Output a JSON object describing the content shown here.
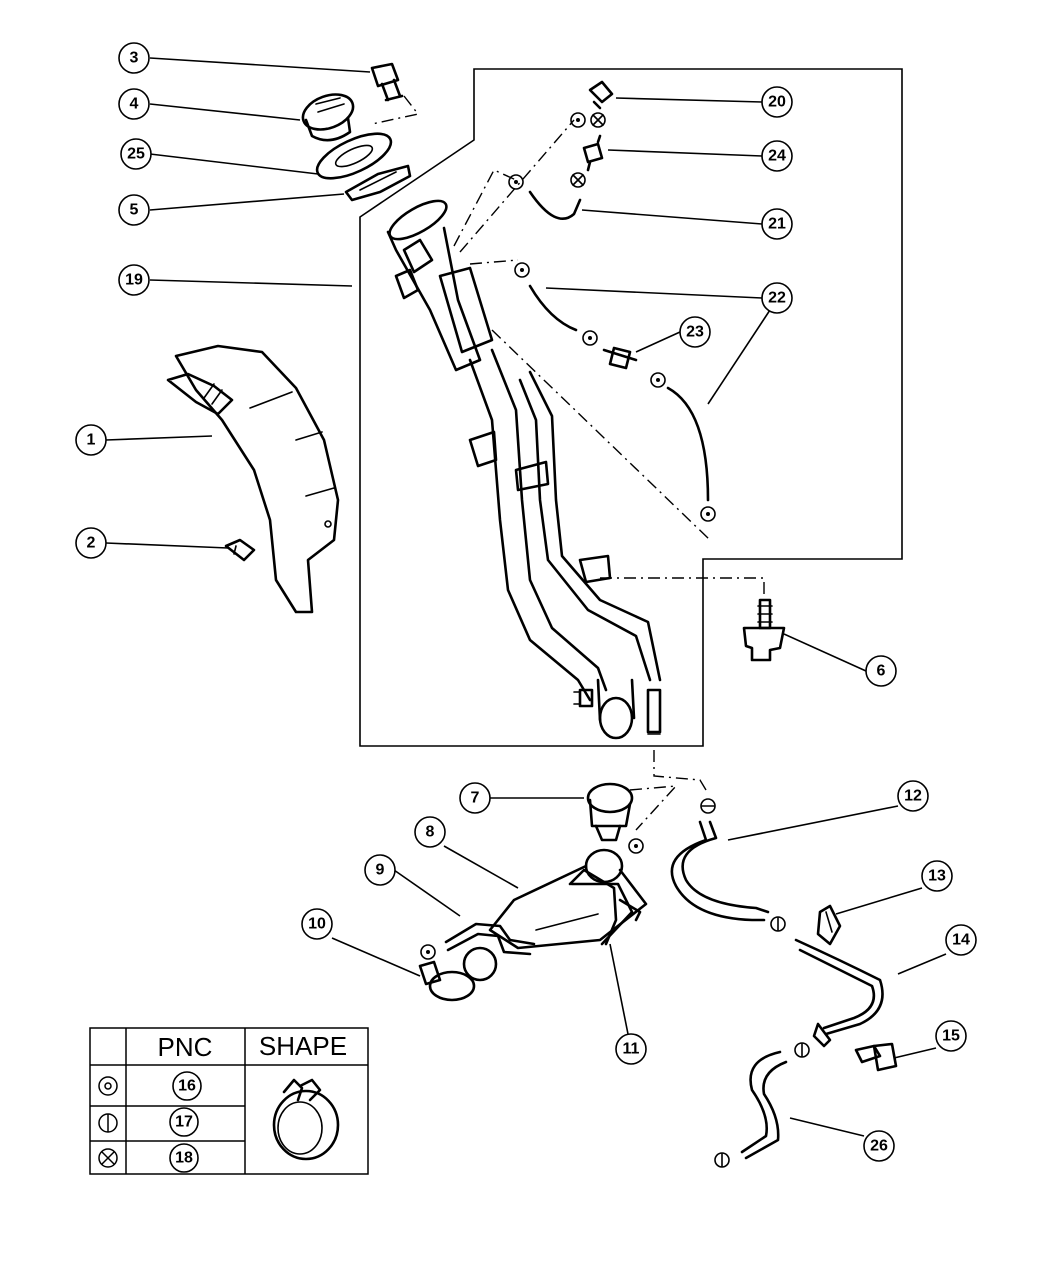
{
  "callouts": [
    "3",
    "4",
    "25",
    "5",
    "19",
    "1",
    "2",
    "20",
    "24",
    "21",
    "22",
    "23",
    "6",
    "7",
    "8",
    "9",
    "10",
    "11",
    "12",
    "13",
    "14",
    "15",
    "26"
  ],
  "legend_table": {
    "headers": {
      "pnc": "PNC",
      "shape": "SHAPE"
    },
    "rows": [
      {
        "symbol": "circle-dot-icon",
        "pnc": "16"
      },
      {
        "symbol": "circle-vertical-bar-icon",
        "pnc": "17"
      },
      {
        "symbol": "circle-x-icon",
        "pnc": "18"
      }
    ]
  }
}
